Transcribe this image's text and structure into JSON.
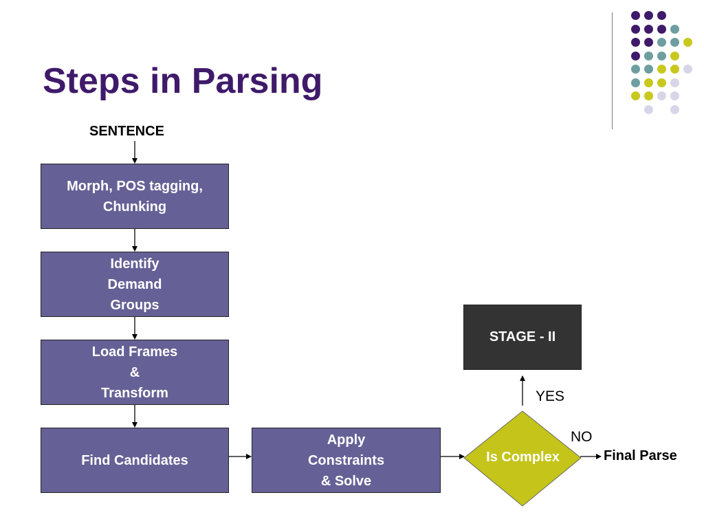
{
  "slide": {
    "title": "Steps in Parsing"
  },
  "flow": {
    "start": "SENTENCE",
    "step1": "Morph, POS tagging,\nChunking",
    "step2": "Identify\nDemand\nGroups",
    "step3": "Load Frames\n&\nTransform",
    "step4": "Find Candidates",
    "step5": "Apply\nConstraints\n& Solve",
    "decision": "Is Complex",
    "yes_label": "YES",
    "no_label": "NO",
    "stage2": "STAGE - II",
    "final": "Final Parse"
  },
  "colors": {
    "title": "#3f1a6a",
    "box_fill": "#656196",
    "stage_fill": "#333333",
    "diamond_fill": "#c4c41a",
    "dot_purple": "#3f1a6a",
    "dot_teal": "#6e9ea0",
    "dot_yellow": "#c8c81e",
    "dot_lavender": "#d6d6e8"
  }
}
